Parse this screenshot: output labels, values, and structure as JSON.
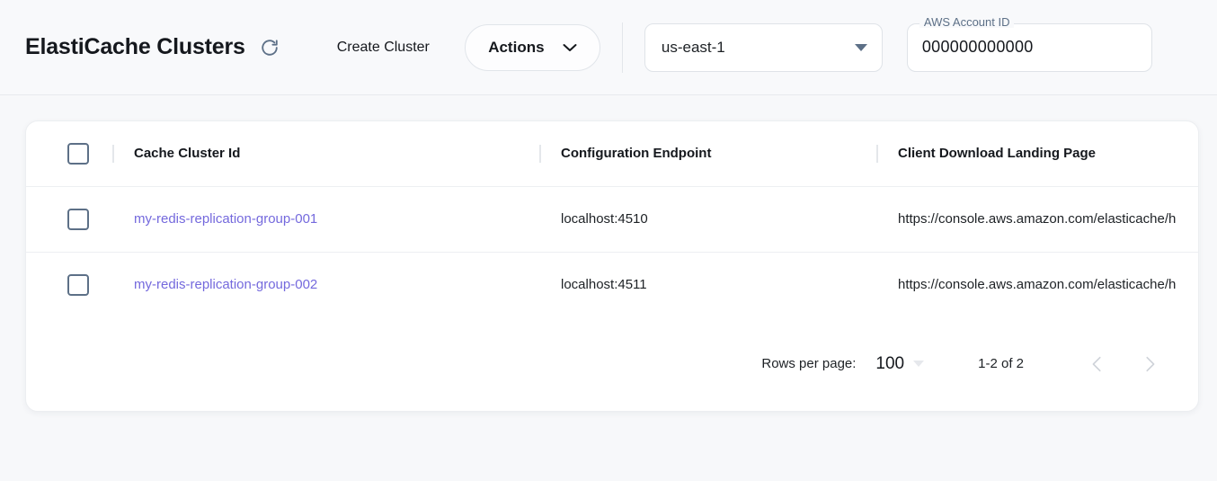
{
  "header": {
    "title": "ElastiCache Clusters",
    "refresh_icon": "refresh-icon",
    "create_cluster_label": "Create Cluster",
    "actions_label": "Actions",
    "actions_caret_icon": "chevron-down-icon",
    "region": {
      "value": "us-east-1",
      "caret_icon": "triangle-down-icon"
    },
    "account": {
      "label": "AWS Account ID",
      "value": "000000000000"
    }
  },
  "table": {
    "columns": [
      "Cache Cluster Id",
      "Configuration Endpoint",
      "Client Download Landing Page"
    ],
    "rows": [
      {
        "cluster_id": "my-redis-replication-group-001",
        "endpoint": "localhost:4510",
        "landing_page": "https://console.aws.amazon.com/elasticache/h"
      },
      {
        "cluster_id": "my-redis-replication-group-002",
        "endpoint": "localhost:4511",
        "landing_page": "https://console.aws.amazon.com/elasticache/h"
      }
    ]
  },
  "pagination": {
    "rows_per_page_label": "Rows per page:",
    "rows_per_page_value": "100",
    "range_label": "1-2 of 2",
    "prev_icon": "chevron-left-icon",
    "next_icon": "chevron-right-icon"
  },
  "colors": {
    "link": "#7469dd",
    "page_bg": "#f7f8fa",
    "text": "#15181d"
  }
}
